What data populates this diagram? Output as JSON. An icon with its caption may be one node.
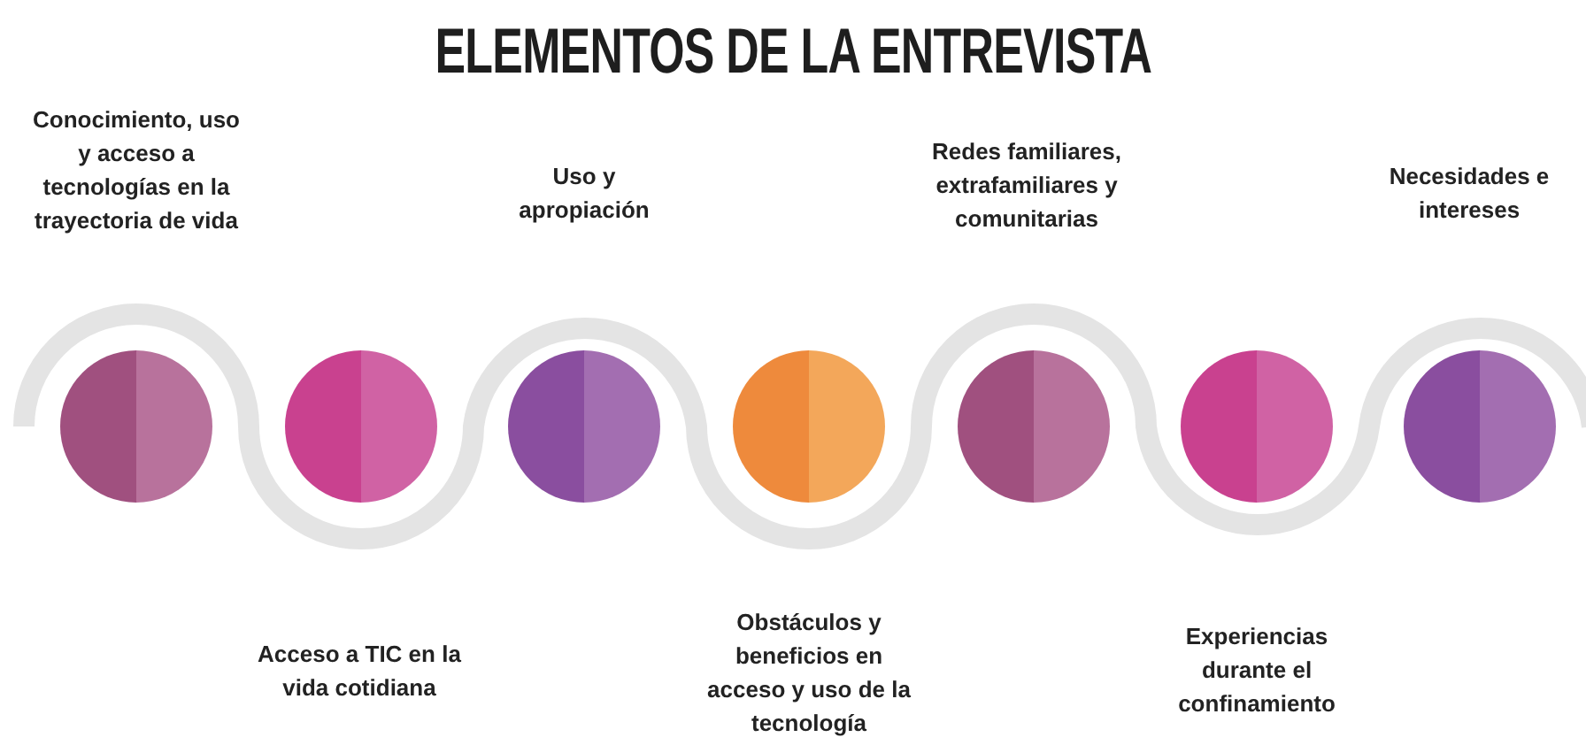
{
  "diagram": {
    "title": "ELEMENTOS DE LA ENTREVISTA",
    "nodes": [
      {
        "text": [],
        "shape": "circle"
      },
      {
        "text": [],
        "shape": "circle"
      },
      {
        "text": [],
        "shape": "circle"
      },
      {
        "text": [],
        "shape": "circle"
      },
      {
        "text": [],
        "shape": "circle"
      },
      {
        "text": [],
        "shape": "circle"
      },
      {
        "text": [],
        "shape": "circle"
      }
    ],
    "labels": [
      "Conocimiento, uso y acceso a tecnologías en la trayectoria de vida",
      "Uso y apropiación",
      "Redes familiares, extrafamiliares y comunitarias",
      "Necesidades e intereses",
      "Acceso a TIC en la vida cotidiana",
      "Obstáculos y beneficios en acceso y uso de la tecnología",
      "Experiencias durante el confinamiento"
    ]
  }
}
